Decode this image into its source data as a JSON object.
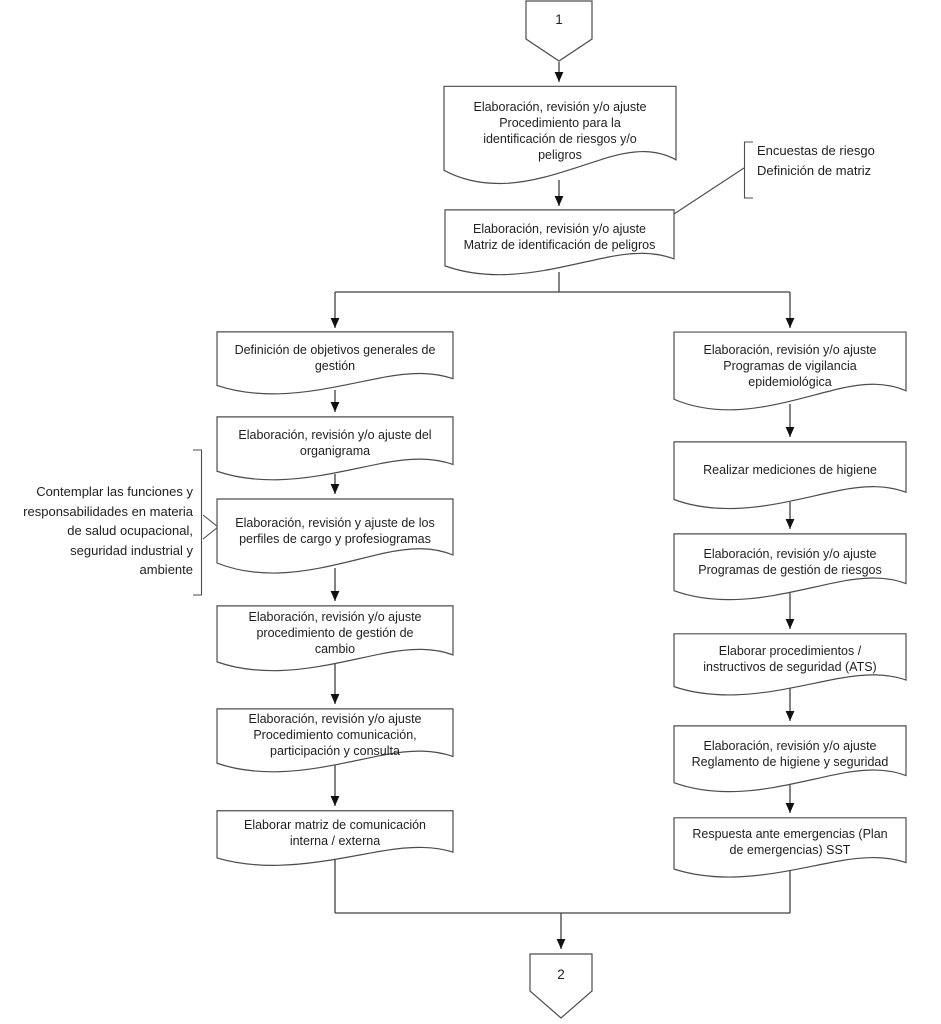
{
  "diagram": {
    "kind": "flowchart",
    "connectors": {
      "top": {
        "label": "1"
      },
      "bottom": {
        "label": "2"
      }
    },
    "top_nodes": [
      {
        "id": "procedimiento-identificacion-riesgos",
        "shape": "document",
        "label": "Elaboración, revisión y/o ajuste\nProcedimiento para la\nidentificación de riesgos y/o\npeligros"
      },
      {
        "id": "matriz-identificacion-peligros",
        "shape": "document",
        "label": "Elaboración, revisión y/o ajuste\nMatriz de identificación de peligros"
      }
    ],
    "left_nodes": [
      {
        "id": "objetivos-generales",
        "shape": "document",
        "label": "Definición de objetivos generales de\ngestión"
      },
      {
        "id": "organigrama",
        "shape": "document",
        "label": "Elaboración, revisión y/o ajuste del\norganigrama"
      },
      {
        "id": "perfiles-cargo",
        "shape": "document",
        "label": "Elaboración, revisión y ajuste de los\nperfiles de cargo y profesiogramas"
      },
      {
        "id": "gestion-cambio",
        "shape": "document",
        "label": "Elaboración, revisión y/o ajuste\nprocedimiento de gestión de\ncambio"
      },
      {
        "id": "comunicacion-participacion",
        "shape": "document",
        "label": "Elaboración, revisión y/o ajuste\nProcedimiento comunicación,\nparticipación y consulta"
      },
      {
        "id": "matriz-comunicacion",
        "shape": "document",
        "label": "Elaborar matriz de comunicación\ninterna / externa"
      }
    ],
    "right_nodes": [
      {
        "id": "vigilancia-epidemiologica",
        "shape": "document",
        "label": "Elaboración, revisión y/o ajuste\nProgramas de vigilancia\nepidemiológica"
      },
      {
        "id": "mediciones-higiene",
        "shape": "document",
        "label": "Realizar mediciones de higiene"
      },
      {
        "id": "programas-gestion-riesgos",
        "shape": "document",
        "label": "Elaboración, revisión y/o ajuste\nProgramas de gestión de riesgos"
      },
      {
        "id": "procedimientos-ats",
        "shape": "document",
        "label": "Elaborar procedimientos /\ninstructivos de seguridad (ATS)"
      },
      {
        "id": "reglamento-higiene",
        "shape": "document",
        "label": "Elaboración, revisión y/o ajuste\nReglamento de higiene y seguridad"
      },
      {
        "id": "respuesta-emergencias",
        "shape": "document",
        "label": "Respuesta ante emergencias (Plan\nde emergencias) SST"
      }
    ],
    "annotations": {
      "matrix_note": {
        "label": "Encuestas de riesgo\nDefinición de matriz"
      },
      "functions_note": {
        "label": "Contemplar las funciones y\nresponsabilidades en materia\nde salud ocupacional,\nseguridad industrial y\nambiente"
      }
    },
    "colors": {
      "background": "#ffffff",
      "shape_stroke": "#4d4d4d",
      "line_stroke": "#404040",
      "arrow_fill": "#111111",
      "text": "#1f1f1f"
    }
  }
}
